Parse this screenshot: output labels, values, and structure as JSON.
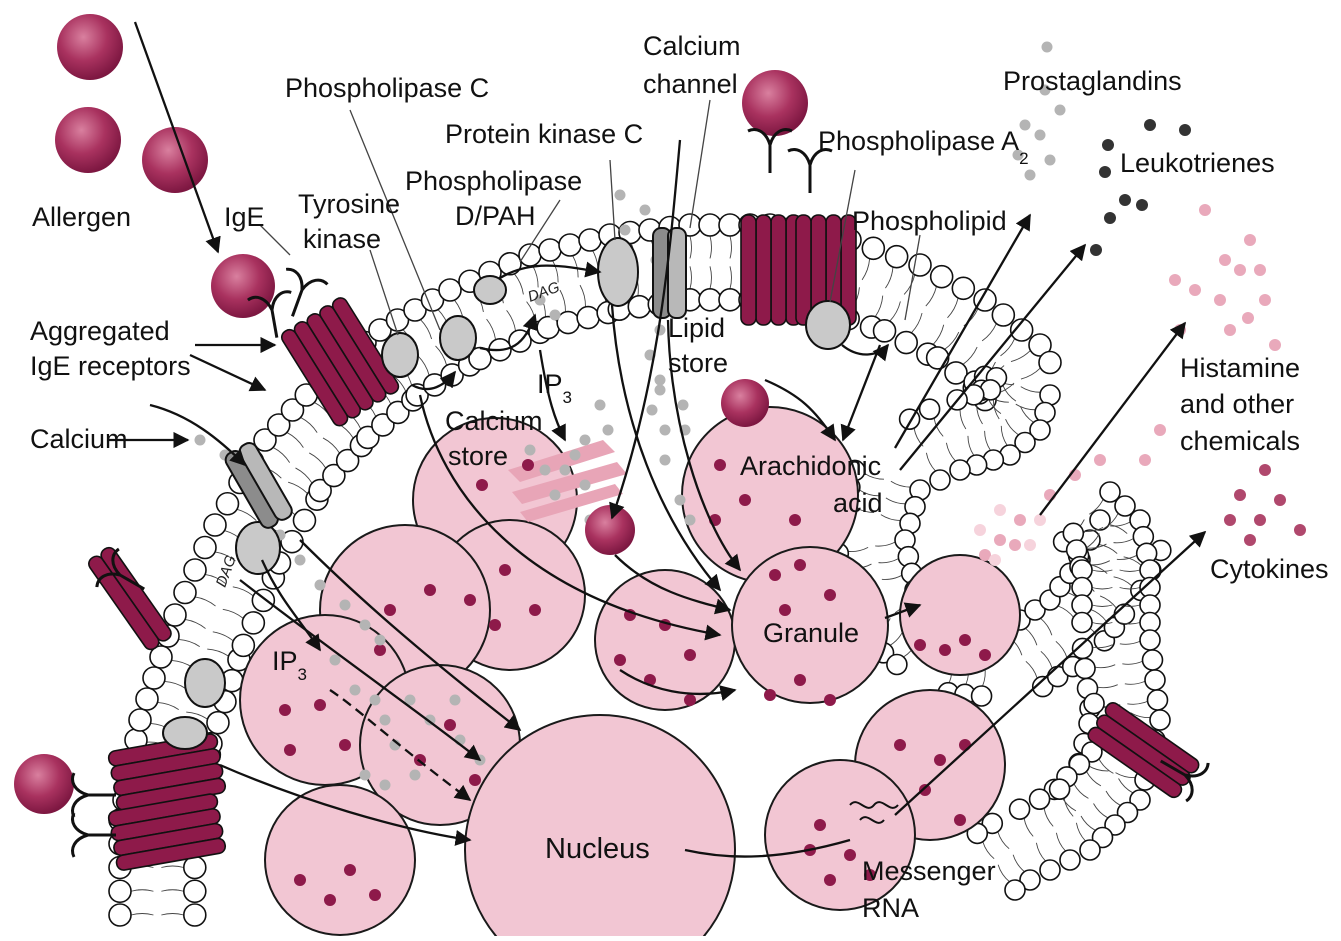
{
  "colors": {
    "maroon": "#8e1a4a",
    "granule_fill": "#f2c6d3",
    "granule_stroke": "#1a1a1a",
    "gray_dot": "#b4b4b4",
    "dark_dot": "#333333",
    "pink_dot": "#e9a9bb",
    "light_pink_dot": "#f6d3dc",
    "cytokine_dot": "#b0486d",
    "membrane_head": "#ffffff",
    "enzyme_gray": "#c9c9c9"
  },
  "labels": {
    "allergen": "Allergen",
    "ige": "IgE",
    "tyrosine_kinase_1": "Tyrosine",
    "tyrosine_kinase_2": "kinase",
    "aggregated_1": "Aggregated",
    "aggregated_2": "IgE receptors",
    "calcium": "Calcium",
    "phospholipase_c": "Phospholipase C",
    "protein_kinase_c": "Protein kinase C",
    "phospholipase_d_1": "Phospholipase",
    "phospholipase_d_2": "D/PAH",
    "calcium_channel_1": "Calcium",
    "calcium_channel_2": "channel",
    "phospholipase_a2": "Phospholipase A",
    "phospholipase_a2_sub": "2",
    "phospholipid": "Phospholipid",
    "prostaglandins": "Prostaglandins",
    "leukotrienes": "Leukotrienes",
    "lipid_store_1": "Lipid",
    "lipid_store_2": "store",
    "ip3_top": "IP",
    "ip3_top_sub": "3",
    "calcium_store_1": "Calcium",
    "calcium_store_2": "store",
    "arachidonic_1": "Arachidonic",
    "arachidonic_2": "acid",
    "histamine_1": "Histamine",
    "histamine_2": "and other",
    "histamine_3": "chemicals",
    "cytokines": "Cytokines",
    "granule": "Granule",
    "ip3_left": "IP",
    "ip3_left_sub": "3",
    "nucleus": "Nucleus",
    "messenger_1": "Messenger",
    "messenger_2": "RNA",
    "dag": "DAG"
  }
}
